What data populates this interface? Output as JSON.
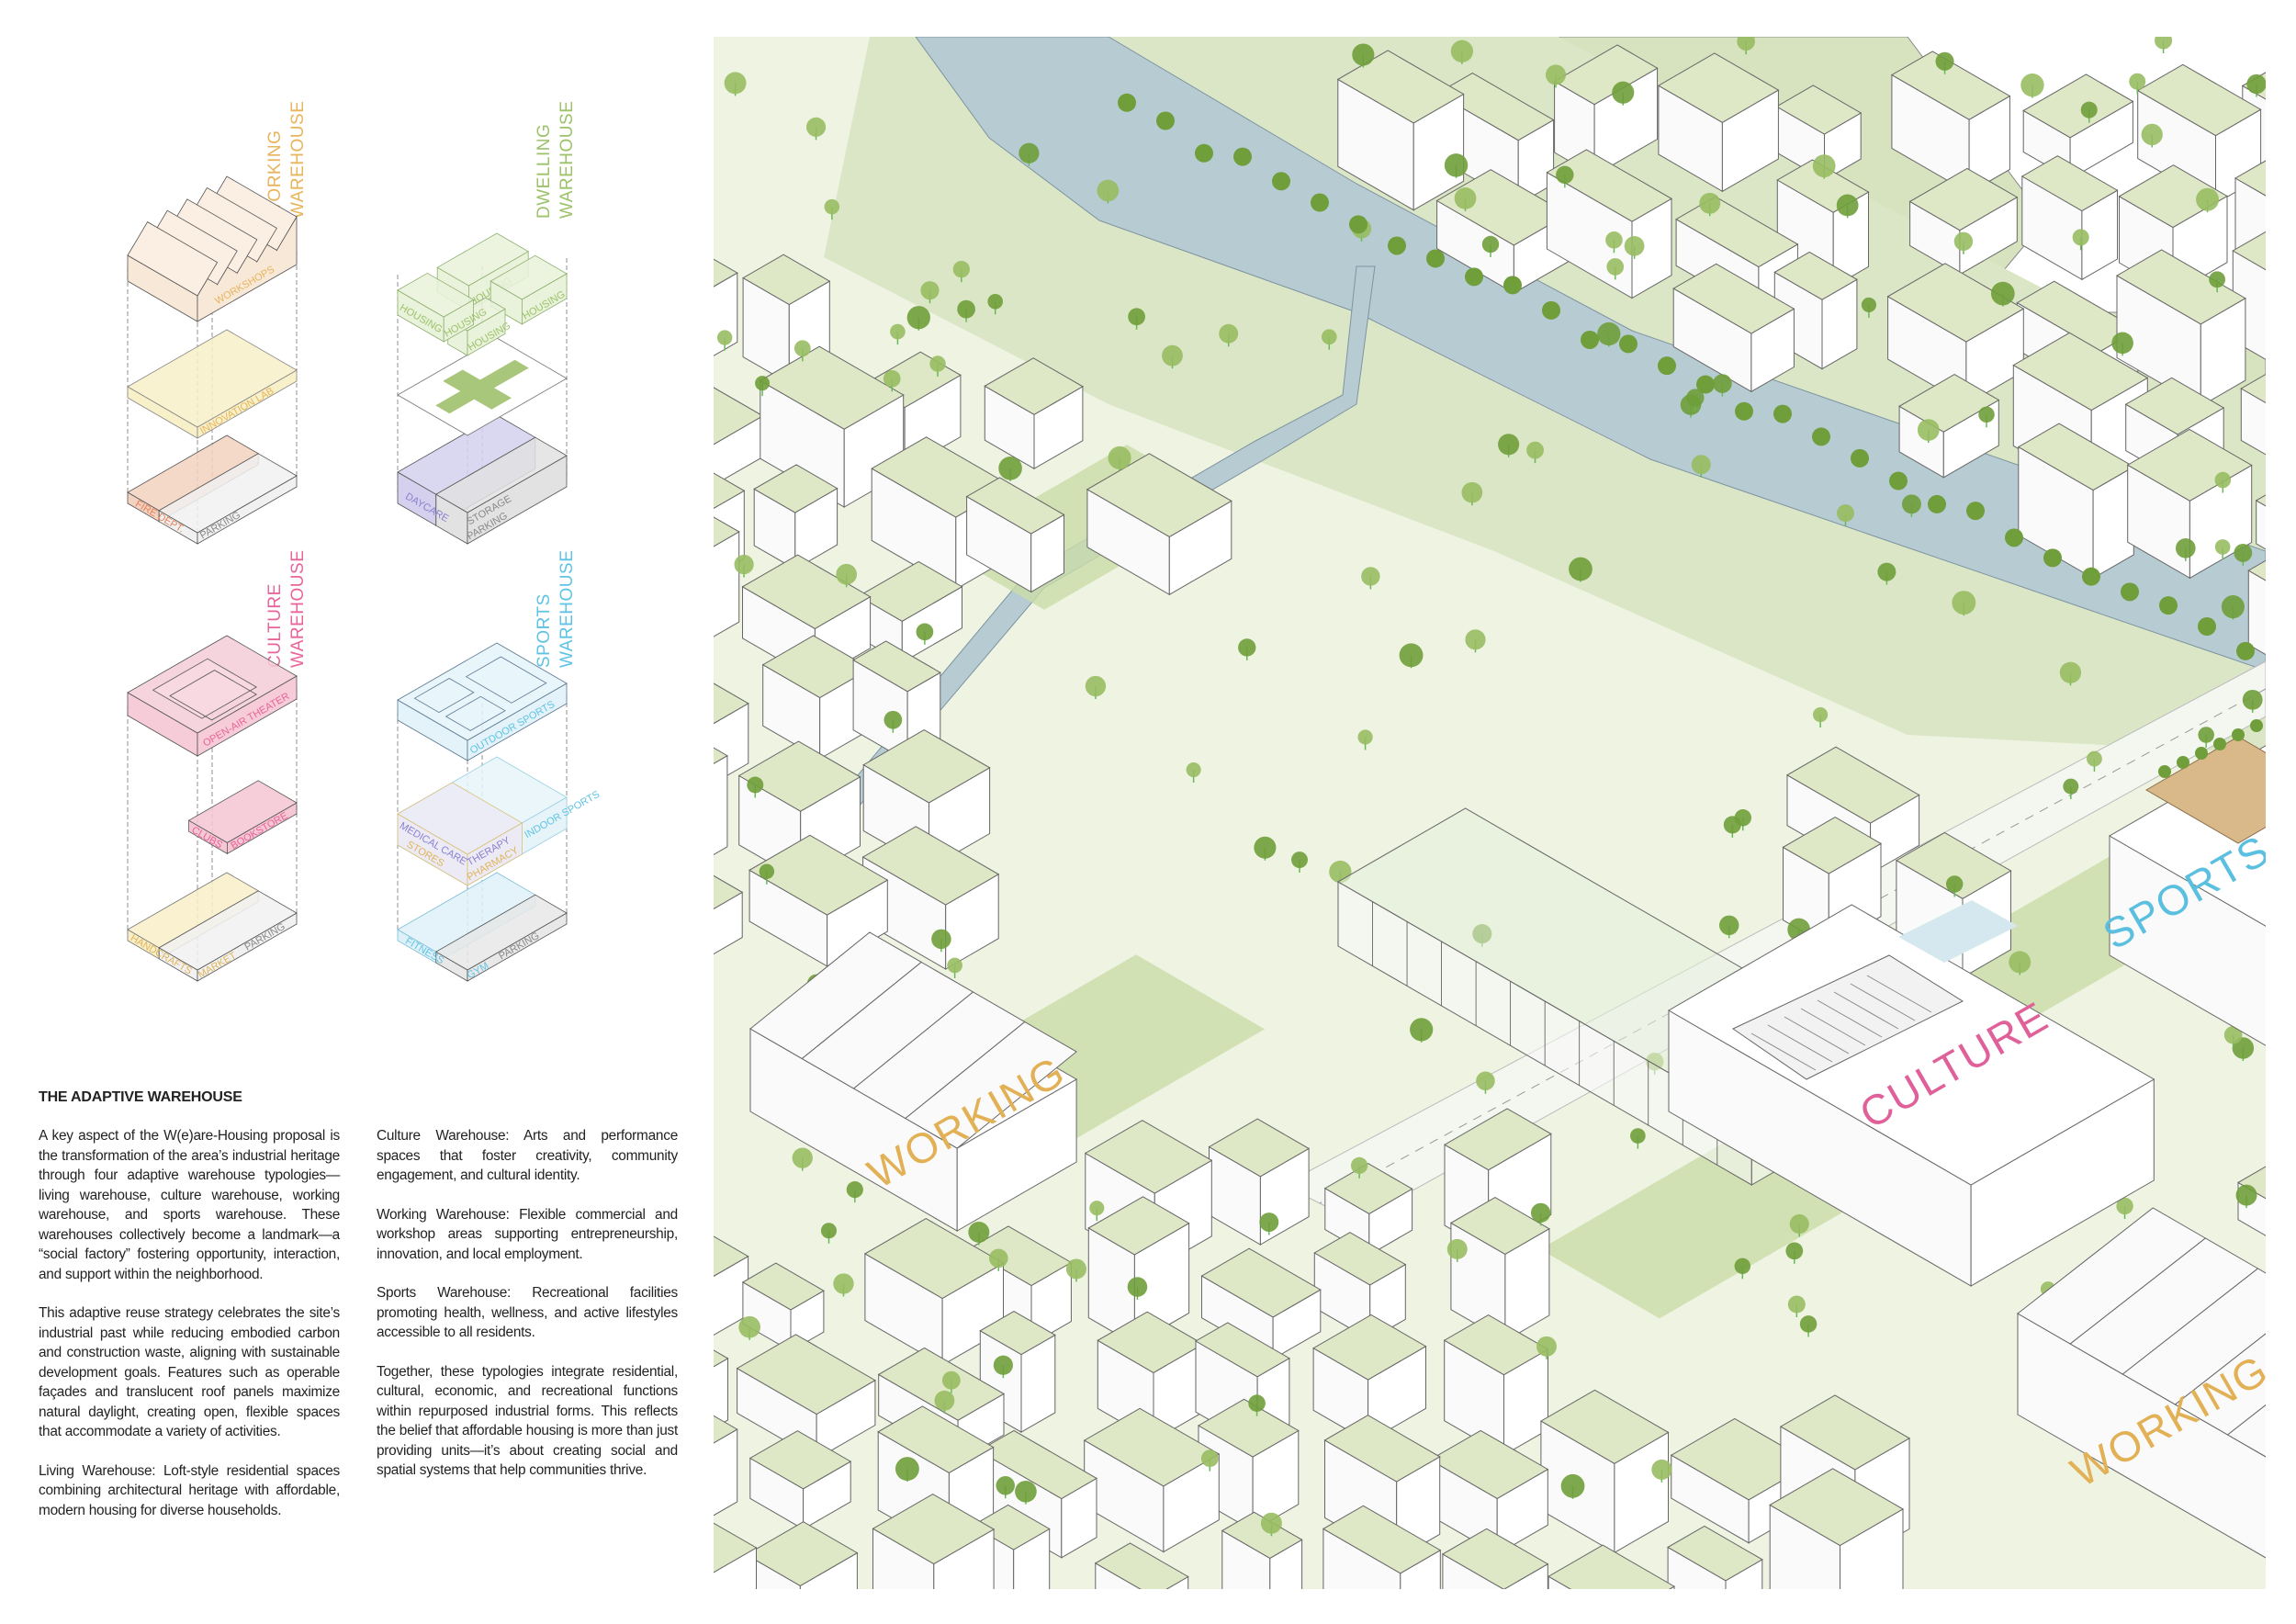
{
  "diagrams": [
    {
      "id": "working",
      "title": [
        "WORKING",
        "WAREHOUSE"
      ],
      "color": "#e8b45c",
      "labels": {
        "top": "WORKSHOPS",
        "middle": "INNOVATION LAB",
        "bottom_a": "FIRE DEPT.",
        "bottom_b": "PARKING"
      }
    },
    {
      "id": "dwelling",
      "title": [
        "DWELLING",
        "WAREHOUSE"
      ],
      "color": "#9cc26a",
      "labels": {
        "h1": "HOUSING",
        "h2": "HOUSING",
        "h3": "HOUSING",
        "h4": "HOUSING",
        "h5": "HOUSING",
        "bottom_a": "DAYCARE",
        "bottom_b": "STORAGE",
        "bottom_c": "PARKING"
      }
    },
    {
      "id": "culture",
      "title": [
        "CULTURE",
        "WAREHOUSE"
      ],
      "color": "#e8649a",
      "labels": {
        "top": "OPEN-AIR THEATER",
        "mid_a": "CLUBS",
        "mid_b": "BOOKSTORE",
        "bottom_a": "HANDCRAFTS",
        "bottom_b": "MARKET",
        "bottom_c": "PARKING"
      }
    },
    {
      "id": "sports",
      "title": [
        "SPORTS",
        "WAREHOUSE"
      ],
      "color": "#5ec3e4",
      "labels": {
        "top": "OUTDOOR SPORTS",
        "mid_a": "MEDICAL CARE",
        "mid_b": "STORES",
        "mid_c": "THERAPY",
        "mid_d": "PHARMACY",
        "mid_e": "INDOOR SPORTS",
        "bottom_a": "FITNESS",
        "bottom_b": "GYM",
        "bottom_c": "PARKING"
      }
    }
  ],
  "text": {
    "heading": "THE ADAPTIVE WAREHOUSE",
    "col1": [
      "A key aspect of the W(e)are-Housing proposal is the transformation of the area’s industrial heritage through four adaptive warehouse typologies—living warehouse, culture warehouse, working warehouse, and sports warehouse. These warehouses collectively become a landmark—a “social factory” fostering opportunity, interaction, and support within the neighborhood.",
      "This adaptive reuse strategy celebrates the site’s industrial past while reducing embodied carbon and construction waste, aligning with sustainable development goals. Features such as operable façades and translucent roof panels maximize natural daylight, creating open, flexible spaces that accommodate a variety of activities.",
      "Living Warehouse: Loft-style residential spaces combining architectural heritage with affordable, modern housing for diverse households."
    ],
    "col2": [
      "Culture Warehouse: Arts and performance spaces that foster creativity, community engagement, and cultural identity.",
      "Working Warehouse: Flexible commercial and workshop areas supporting entrepreneurship, innovation, and local employment.",
      "Sports Warehouse: Recreational facilities promoting health, wellness, and active lifestyles accessible to all residents.",
      "Together, these typologies integrate residential, cultural, economic, and recreational functions within repurposed industrial forms. This reflects the belief that affordable housing is more than just providing units—it’s about creating social and spatial systems that help communities thrive."
    ]
  },
  "map": {
    "labels": {
      "working_1": "WORKING",
      "culture": "CULTURE",
      "sports": "SPORTS",
      "working_2": "WORKING"
    },
    "colors": {
      "working": "#e2b055",
      "culture": "#e0609a",
      "sports": "#5bbfe0",
      "river": "#b7cbd3",
      "lawn": "#d7e2bf",
      "roof": "#dfe8c6",
      "tree": "#6f9e3a",
      "court": "#d9b98a"
    }
  }
}
